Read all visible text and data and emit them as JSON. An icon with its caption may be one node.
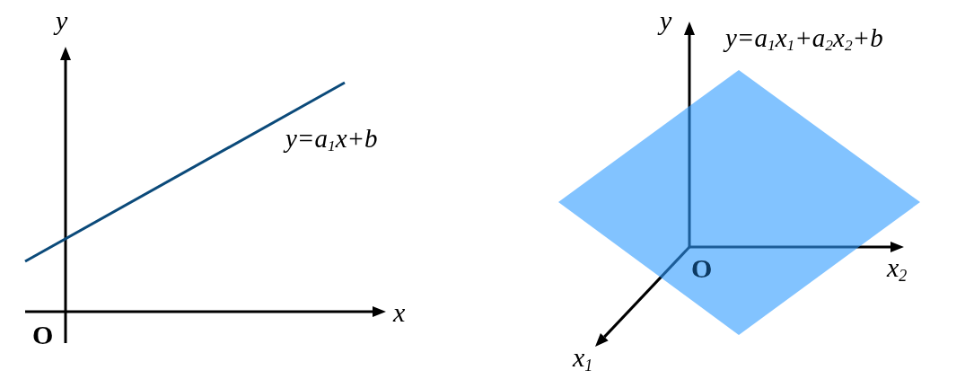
{
  "diagram": {
    "labels": [
      "y",
      "y=a$_{1}$x+b",
      "x",
      "O",
      "y",
      "y=a$_{1}$x$_{1}$+a$_{2}$x$_{2}$+b",
      "O",
      "x$_{2}$",
      "x$_{1}$"
    ]
  }
}
